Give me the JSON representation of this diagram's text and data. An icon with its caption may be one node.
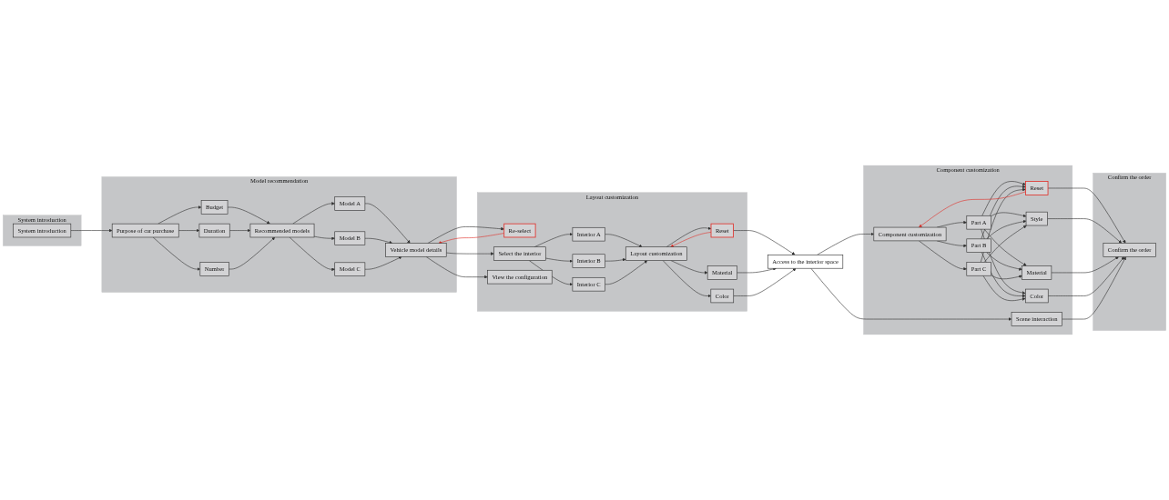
{
  "diagram": {
    "nodes": [
      {
        "text": [
          "Model recommendation"
        ]
      },
      {
        "text": [
          "Purpose of car purchase"
        ],
        "in": 0
      },
      {
        "text": [
          "Budget"
        ],
        "in": 0
      },
      {
        "text": [
          "Duration"
        ],
        "in": 0
      },
      {
        "text": [
          "Number"
        ],
        "in": 0
      },
      {
        "text": [
          "Recommended models"
        ],
        "in": 0
      },
      {
        "text": [
          "Model A"
        ],
        "in": 0
      },
      {
        "text": [
          "Model B"
        ],
        "in": 0
      },
      {
        "text": [
          "Model C"
        ],
        "in": 0
      },
      {
        "text": [
          "Vehicle model details"
        ],
        "in": 0
      },
      {
        "text": [
          "Layout customization"
        ]
      },
      {
        "text": [
          "Re-select"
        ],
        "in": 10
      },
      {
        "text": [
          "Select the interior"
        ],
        "in": 10
      },
      {
        "text": [
          "View the configuration"
        ],
        "in": 10
      },
      {
        "text": [
          "Interior A"
        ],
        "in": 10
      },
      {
        "text": [
          "Interior B"
        ],
        "in": 10
      },
      {
        "text": [
          "Interior C"
        ],
        "in": 10
      },
      {
        "text": [
          "Layout customization"
        ],
        "in": 10
      },
      {
        "text": [
          "Reset"
        ],
        "in": 10
      },
      {
        "text": [
          "Material"
        ],
        "in": 10
      },
      {
        "text": [
          "Color"
        ],
        "in": 10
      },
      {
        "text": [
          "System introduction"
        ]
      },
      {
        "text": [
          "System introduction"
        ],
        "in": 21
      },
      {
        "text": [
          "Confirm the order"
        ]
      },
      {
        "text": [
          "Confirm the order"
        ],
        "in": 23
      },
      {
        "text": [
          "Component customization"
        ]
      },
      {
        "text": [
          "Reset"
        ],
        "in": 25
      },
      {
        "text": [
          "Style"
        ],
        "in": 25
      },
      {
        "text": [
          "Material"
        ],
        "in": 25
      },
      {
        "text": [
          "Color"
        ],
        "in": 25
      },
      {
        "text": [
          "Part A"
        ],
        "in": 25
      },
      {
        "text": [
          "Part B"
        ],
        "in": 25
      },
      {
        "text": [
          "Part C"
        ],
        "in": 25
      },
      {
        "text": [
          "Component customization"
        ],
        "in": 25
      },
      {
        "text": [
          "Scene interaction"
        ],
        "in": 25
      },
      {
        "text": [
          "Access to the interior space"
        ]
      }
    ],
    "edges": [
      {
        "from": 22,
        "to": 1,
        "arrow": "to"
      },
      {
        "from": 1,
        "to": 2,
        "arrow": "to"
      },
      {
        "from": 1,
        "to": 3,
        "arrow": "to"
      },
      {
        "from": 1,
        "to": 4,
        "arrow": "to"
      },
      {
        "from": 2,
        "to": 5,
        "arrow": "to"
      },
      {
        "from": 3,
        "to": 5,
        "arrow": "to"
      },
      {
        "from": 4,
        "to": 5,
        "arrow": "to"
      },
      {
        "from": 5,
        "to": 6,
        "arrow": "to"
      },
      {
        "from": 5,
        "to": 7,
        "arrow": "to"
      },
      {
        "from": 5,
        "to": 8,
        "arrow": "to"
      },
      {
        "from": 6,
        "to": 9,
        "arrow": "to"
      },
      {
        "from": 7,
        "to": 9,
        "arrow": "to"
      },
      {
        "from": 8,
        "to": 9,
        "arrow": "to"
      },
      {
        "from": 9,
        "to": 11,
        "arrow": "to"
      },
      {
        "from": 9,
        "to": 12,
        "arrow": "to"
      },
      {
        "from": 9,
        "to": 13,
        "arrow": "to"
      },
      {
        "from": 11,
        "to": 9,
        "arrow": "to",
        "color": "#e0302a"
      },
      {
        "from": 12,
        "to": 14,
        "arrow": "to"
      },
      {
        "from": 12,
        "to": 15,
        "arrow": "to"
      },
      {
        "from": 12,
        "to": 16,
        "arrow": "to"
      },
      {
        "from": 14,
        "to": 17,
        "arrow": "to"
      },
      {
        "from": 15,
        "to": 17,
        "arrow": "to"
      },
      {
        "from": 16,
        "to": 17,
        "arrow": "to"
      },
      {
        "from": 17,
        "to": 18,
        "arrow": "to"
      },
      {
        "from": 17,
        "to": 19,
        "arrow": "to"
      },
      {
        "from": 17,
        "to": 20,
        "arrow": "to"
      },
      {
        "from": 18,
        "to": 17,
        "arrow": "to",
        "color": "#e0302a"
      },
      {
        "from": 18,
        "to": 35,
        "arrow": "to"
      },
      {
        "from": 19,
        "to": 35,
        "arrow": "to"
      },
      {
        "from": 20,
        "to": 35,
        "arrow": "to"
      },
      {
        "from": 35,
        "to": 33,
        "arrow": "to"
      },
      {
        "from": 35,
        "to": 34,
        "arrow": "to"
      },
      {
        "from": 33,
        "to": 30,
        "arrow": "to"
      },
      {
        "from": 33,
        "to": 31,
        "arrow": "to"
      },
      {
        "from": 33,
        "to": 32,
        "arrow": "to"
      },
      {
        "from": 30,
        "to": 26,
        "arrow": "to"
      },
      {
        "from": 30,
        "to": 27,
        "arrow": "to"
      },
      {
        "from": 30,
        "to": 28,
        "arrow": "to"
      },
      {
        "from": 30,
        "to": 29,
        "arrow": "to"
      },
      {
        "from": 31,
        "to": 26,
        "arrow": "to"
      },
      {
        "from": 31,
        "to": 27,
        "arrow": "to"
      },
      {
        "from": 31,
        "to": 28,
        "arrow": "to"
      },
      {
        "from": 31,
        "to": 29,
        "arrow": "to"
      },
      {
        "from": 32,
        "to": 26,
        "arrow": "to"
      },
      {
        "from": 32,
        "to": 27,
        "arrow": "to"
      },
      {
        "from": 32,
        "to": 28,
        "arrow": "to"
      },
      {
        "from": 32,
        "to": 29,
        "arrow": "to"
      },
      {
        "from": 26,
        "to": 33,
        "arrow": "to",
        "color": "#e0302a"
      },
      {
        "from": 26,
        "to": 24,
        "arrow": "to"
      },
      {
        "from": 27,
        "to": 24,
        "arrow": "to"
      },
      {
        "from": 28,
        "to": 24,
        "arrow": "to"
      },
      {
        "from": 29,
        "to": 24,
        "arrow": "to"
      },
      {
        "from": 34,
        "to": 24,
        "arrow": "to"
      }
    ]
  }
}
